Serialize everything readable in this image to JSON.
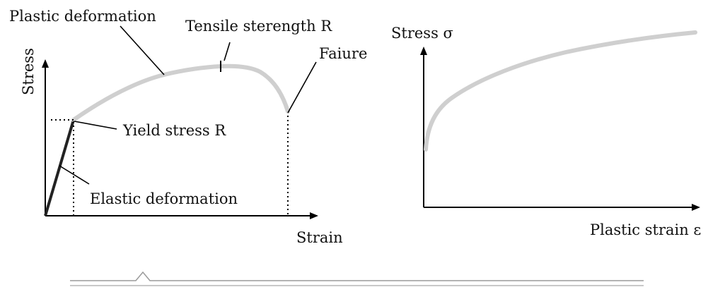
{
  "left_diagram": {
    "x_axis_label": "Strain",
    "y_axis_label": "Stress",
    "annotations": {
      "plastic_deformation": "Plastic deformation",
      "tensile_strength": "Tensile sterength R",
      "failure": "Faiure",
      "yield_stress": "Yield stress R",
      "elastic_deformation": "Elastic deformation"
    }
  },
  "right_diagram": {
    "x_axis_label": "Plastic strain ε",
    "y_axis_label": "Stress σ"
  },
  "colors": {
    "curve": "#cfcfcf",
    "axes": "#000000",
    "bottom_rule": "#9a9a9a"
  }
}
